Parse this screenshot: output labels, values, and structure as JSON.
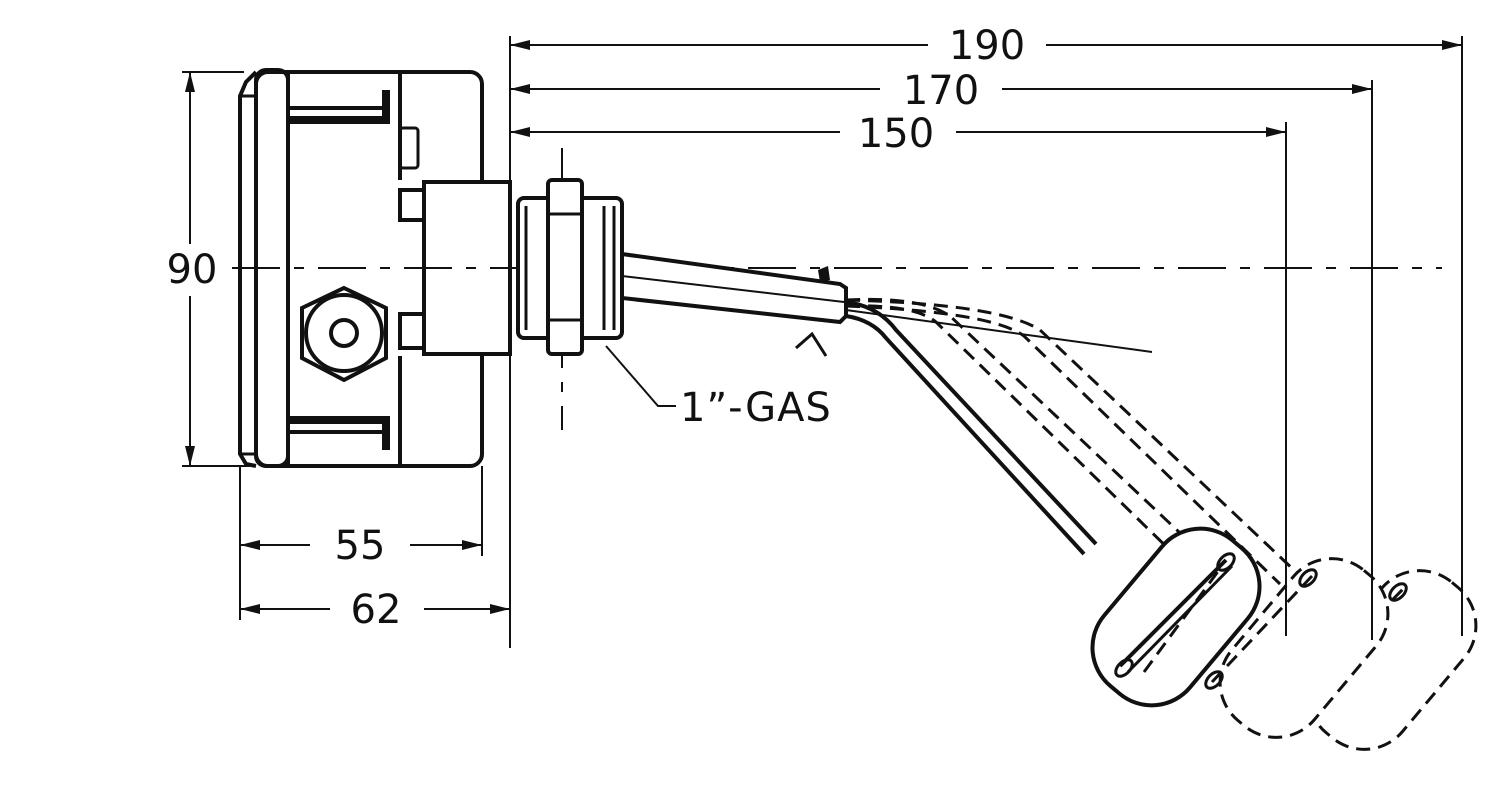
{
  "dimensions": {
    "overall_190": "190",
    "overall_170": "170",
    "overall_150": "150",
    "height_90": "90",
    "housing_55": "55",
    "housing_62": "62"
  },
  "callouts": {
    "thread": "1”-GAS"
  }
}
